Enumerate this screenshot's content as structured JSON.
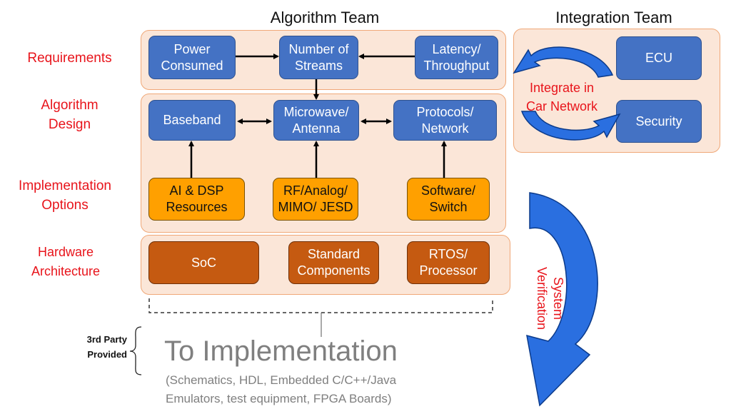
{
  "titles": {
    "algorithm_team": "Algorithm Team",
    "integration_team": "Integration Team"
  },
  "row_labels": {
    "requirements": "Requirements",
    "algorithm_design": [
      "Algorithm",
      "Design"
    ],
    "implementation_options": [
      "Implementation",
      "Options"
    ],
    "hardware_architecture": [
      "Hardware",
      "Architecture"
    ]
  },
  "requirements": {
    "power": [
      "Power",
      "Consumed"
    ],
    "streams": [
      "Number of",
      "Streams"
    ],
    "latency": [
      "Latency/",
      "Throughput"
    ]
  },
  "algorithm_design": {
    "baseband": [
      "Baseband"
    ],
    "microwave": [
      "Microwave/",
      "Antenna"
    ],
    "protocols": [
      "Protocols/",
      "Network"
    ]
  },
  "implementation": {
    "ai_dsp": [
      "AI & DSP",
      "Resources"
    ],
    "rf_analog": [
      "RF/Analog/",
      "MIMO/ JESD"
    ],
    "software": [
      "Software/",
      "Switch"
    ]
  },
  "hardware": {
    "soc": [
      "SoC"
    ],
    "standard": [
      "Standard",
      "Components"
    ],
    "rtos": [
      "RTOS/",
      "Processor"
    ]
  },
  "integration": {
    "ecu": "ECU",
    "security": "Security",
    "cycle_label": [
      "Integrate in",
      "Car Network"
    ]
  },
  "verification": [
    "System",
    "Verification"
  ],
  "third_party": [
    "3rd Party",
    "Provided"
  ],
  "to_implementation": {
    "title": "To Implementation",
    "details": [
      "(Schematics, HDL, Embedded C/C++/Java",
      "Emulators, test equipment, FPGA Boards)"
    ]
  },
  "colors": {
    "label_red": "#e8141b",
    "panel_fill": "#fbe6d8",
    "panel_border": "#f0a878",
    "blue": "#4472c4",
    "orange": "#ffa000",
    "brown": "#c55a11",
    "gray_text": "#7f7f7f"
  }
}
